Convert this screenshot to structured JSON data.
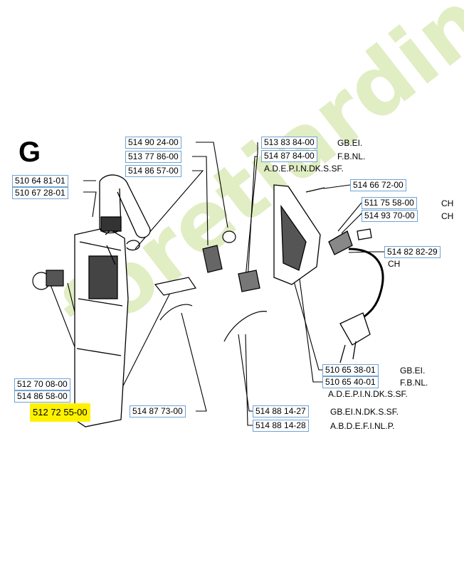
{
  "section_letter": "G",
  "watermark": "foretjardin.com",
  "colors": {
    "label_border": "#6fa3d6",
    "highlight": "#fff200",
    "watermark": "#d8e7b0"
  },
  "parts": {
    "p514902400": "514 90 24-00",
    "p513778600": "513 77 86-00",
    "p514865700": "514 86 57-00",
    "p510648101": "510 64 81-01",
    "p510672801": "510 67 28-01",
    "p513838400": "513 83 84-00",
    "p514878400": "514 87 84-00",
    "p514667200": "514 66 72-00",
    "p511755800": "511 75 58-00",
    "p514937000": "514 93 70-00",
    "p514828229": "514 82 82-29",
    "p512700800": "512 70 08-00",
    "p514865800": "514 86 58-00",
    "p512725500": "512 72 55-00",
    "p514877300": "514 87 73-00",
    "p510653801": "510 65 38-01",
    "p510654001": "510 65 40-01",
    "p514881427": "514 88 14-27",
    "p514881428": "514 88 14-28"
  },
  "notes": {
    "n513838400": "GB.EI.",
    "n514878400": "F.B.NL.",
    "n_adepin_top": "A.D.E.P.I.N.DK.S.SF.",
    "n511755800": "CH",
    "n514937000": "CH",
    "n514828229": "CH",
    "n510653801": "GB.EI.",
    "n510654001": "F.B.NL.",
    "n_adepin_bottom": "A.D.E.P.I.N.DK.S.SF.",
    "n514881427": "GB.EI.N.DK.S.SF.",
    "n514881428": "A.B.D.E.F.I.NL.P."
  }
}
